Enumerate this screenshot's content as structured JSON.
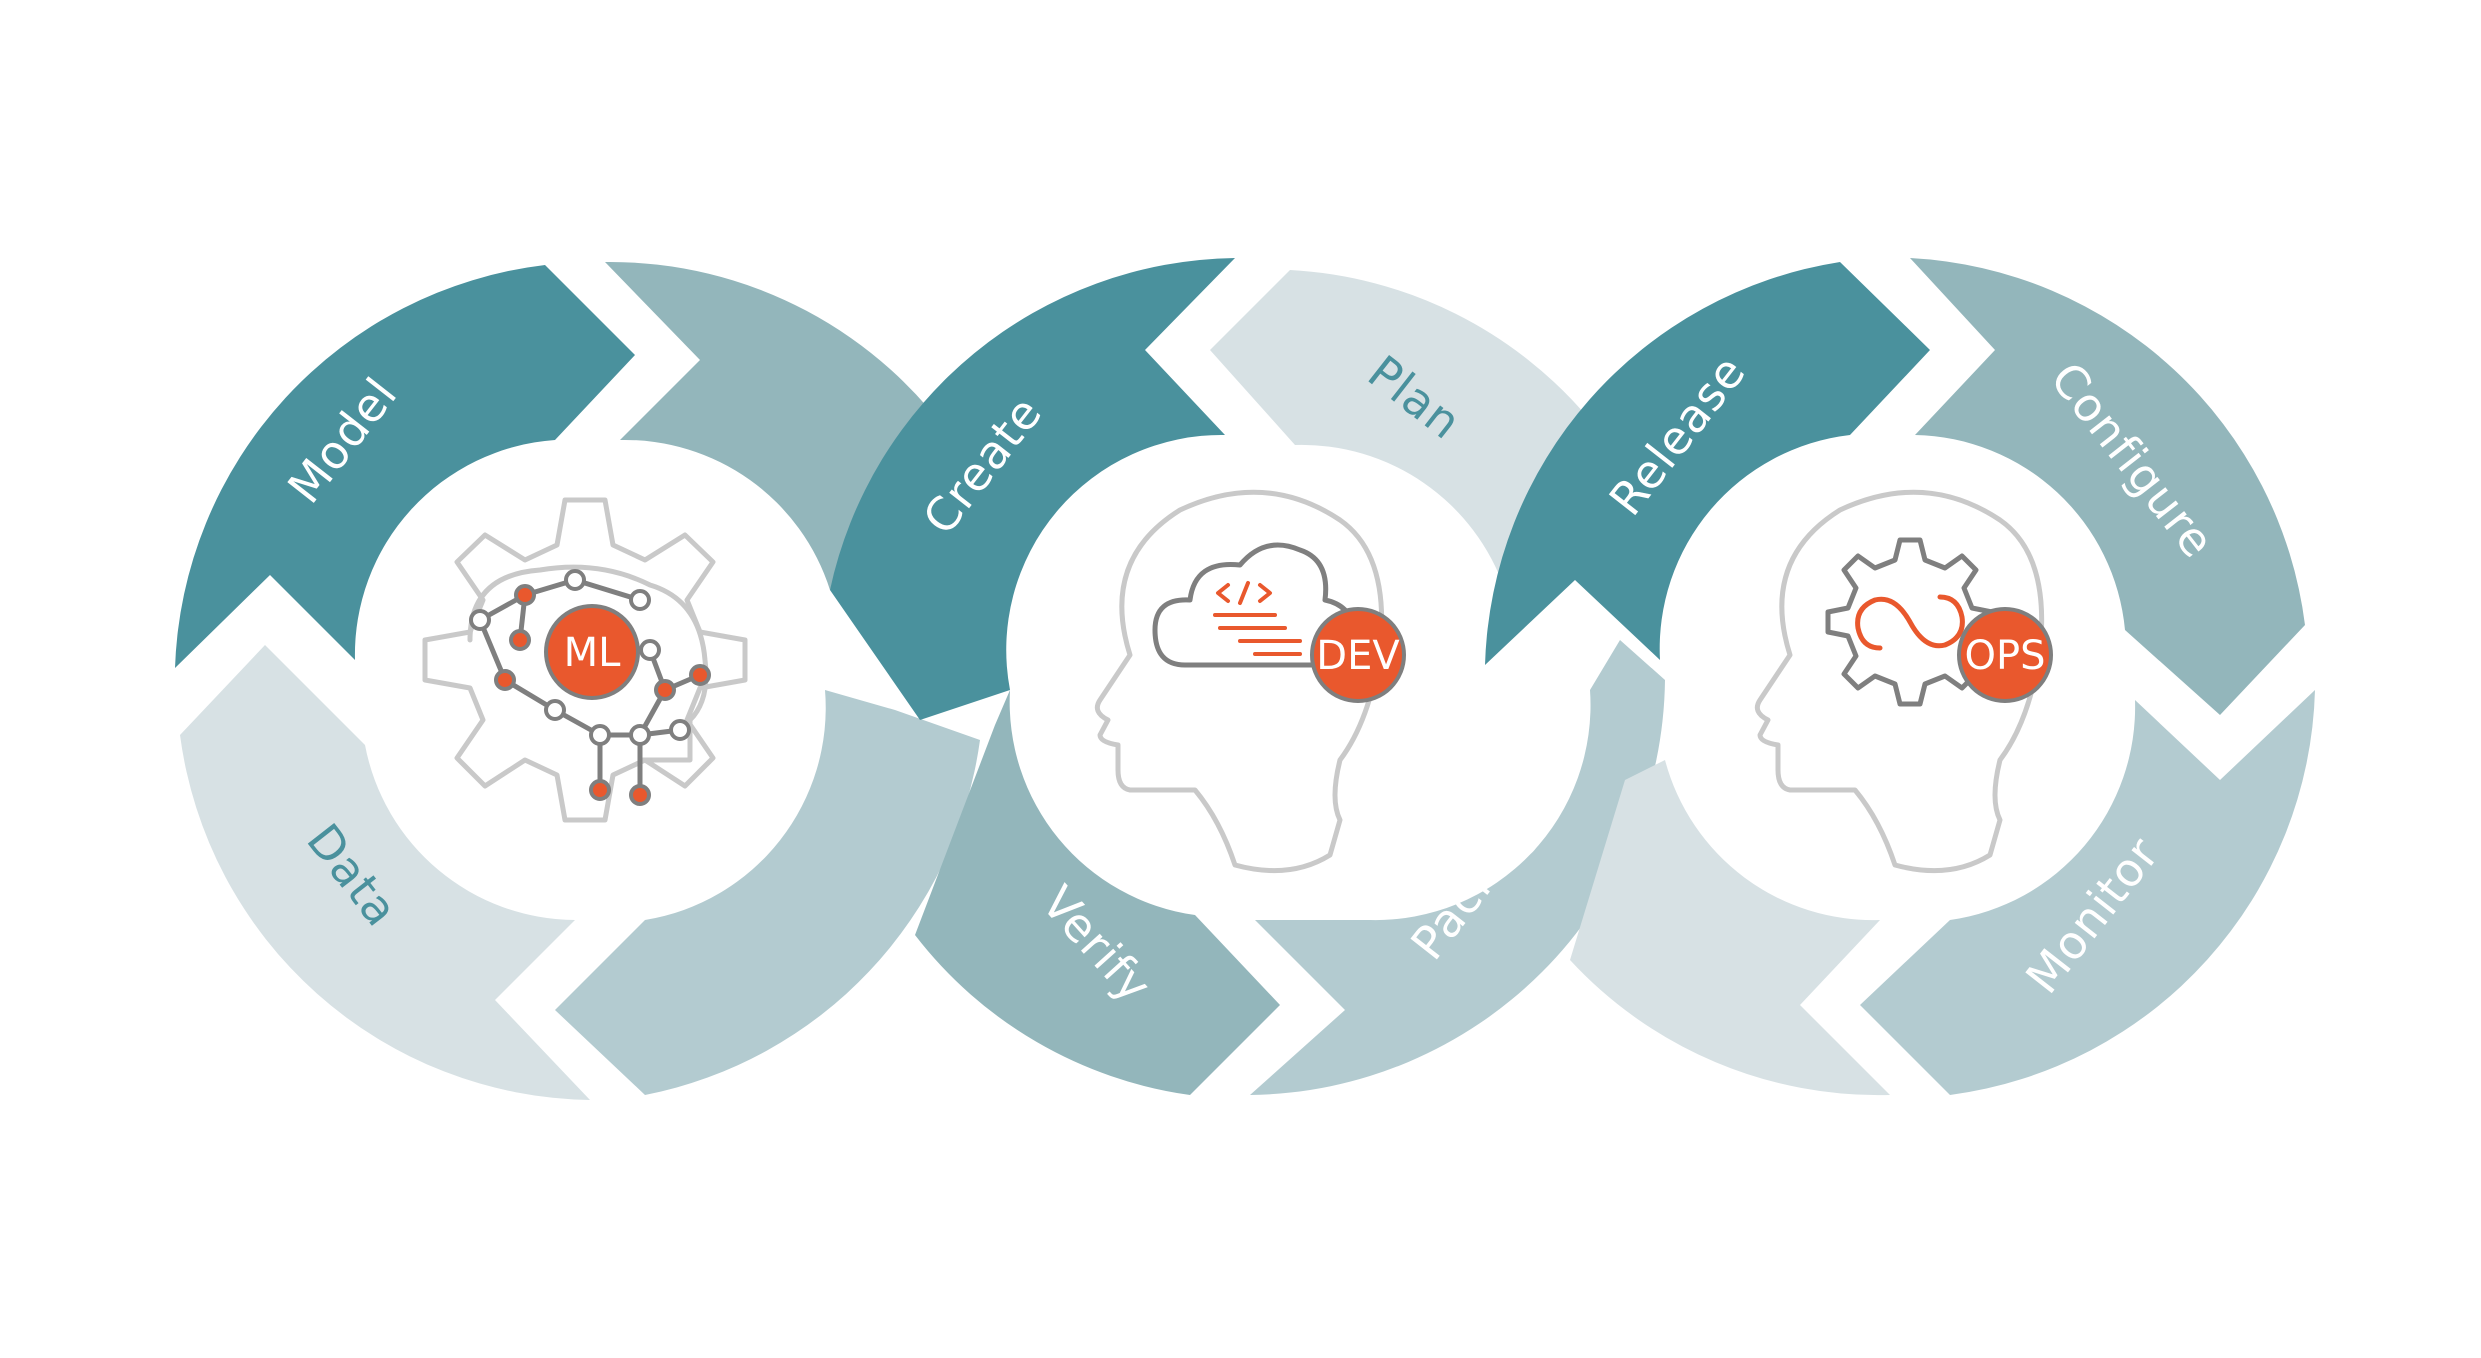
{
  "colors": {
    "dark": "#4a919d",
    "mid": "#93b6bb",
    "light": "#d7e1e4",
    "pale": "#b3cbd0",
    "accent": "#e9582d",
    "outline_gray": "#7f7f7f",
    "outline_light": "#c9c9c9",
    "text_white": "#ffffff",
    "text_teal": "#4a919d"
  },
  "cycles": [
    {
      "badge": "ML",
      "icon": "brain-circuit-gear-icon",
      "segments": [
        {
          "label": "Model"
        },
        {
          "label": "Data"
        }
      ]
    },
    {
      "badge": "DEV",
      "icon": "head-cloud-code-icon",
      "segments": [
        {
          "label": "Create"
        },
        {
          "label": "Plan"
        },
        {
          "label": "Verify"
        },
        {
          "label": "Package"
        }
      ]
    },
    {
      "badge": "OPS",
      "icon": "head-gear-infinity-icon",
      "segments": [
        {
          "label": "Release"
        },
        {
          "label": "Configure"
        },
        {
          "label": "Monitor"
        }
      ]
    }
  ]
}
